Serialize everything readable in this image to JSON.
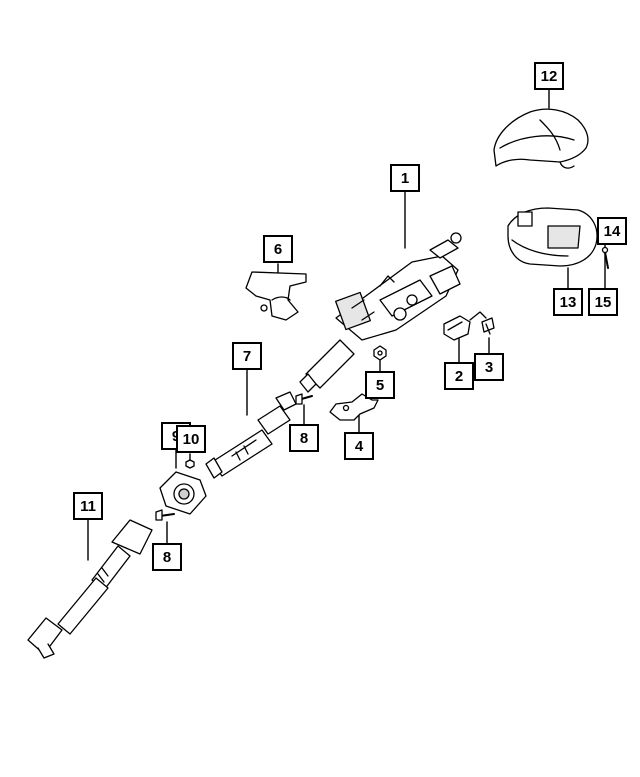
{
  "callouts": {
    "c1": "1",
    "c2": "2",
    "c3": "3",
    "c4": "4",
    "c5": "5",
    "c6": "6",
    "c7": "7",
    "c8a": "8",
    "c8b": "8",
    "c9": "9",
    "c10": "10",
    "c11": "11",
    "c12": "12",
    "c13": "13",
    "c14": "14",
    "c15": "15"
  },
  "colors": {
    "line": "#000000",
    "shade": "#cfcfcf",
    "background": "#ffffff"
  }
}
